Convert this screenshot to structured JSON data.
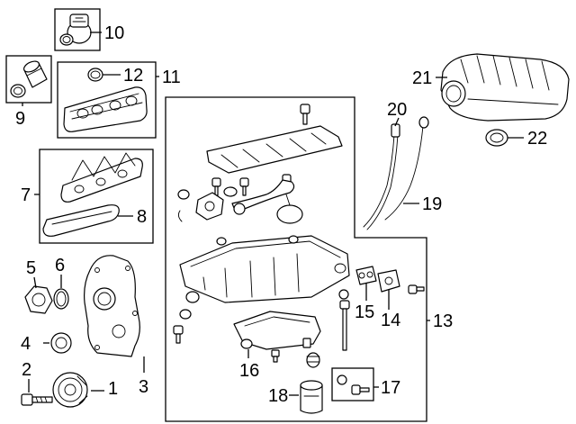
{
  "callouts": [
    {
      "id": "1",
      "label": "1"
    },
    {
      "id": "2",
      "label": "2"
    },
    {
      "id": "3",
      "label": "3"
    },
    {
      "id": "4",
      "label": "4"
    },
    {
      "id": "5",
      "label": "5"
    },
    {
      "id": "6",
      "label": "6"
    },
    {
      "id": "7",
      "label": "7"
    },
    {
      "id": "8",
      "label": "8"
    },
    {
      "id": "9",
      "label": "9"
    },
    {
      "id": "10",
      "label": "10"
    },
    {
      "id": "11",
      "label": "11"
    },
    {
      "id": "12",
      "label": "12"
    },
    {
      "id": "13",
      "label": "13"
    },
    {
      "id": "14",
      "label": "14"
    },
    {
      "id": "15",
      "label": "15"
    },
    {
      "id": "16",
      "label": "16"
    },
    {
      "id": "17",
      "label": "17"
    },
    {
      "id": "18",
      "label": "18"
    },
    {
      "id": "19",
      "label": "19"
    },
    {
      "id": "20",
      "label": "20"
    },
    {
      "id": "21",
      "label": "21"
    },
    {
      "id": "22",
      "label": "22"
    }
  ],
  "colors": {
    "line": "#000000",
    "background": "#ffffff"
  }
}
